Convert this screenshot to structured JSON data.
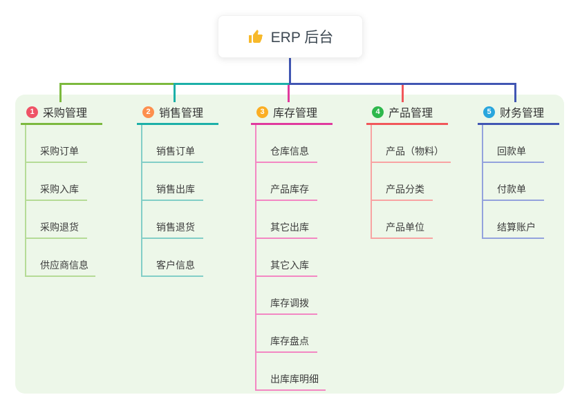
{
  "root": {
    "title": "ERP 后台",
    "icon": "thumbs-up-icon",
    "icon_color": "#f7b92b"
  },
  "branches": [
    {
      "badge": "1",
      "title": "采购管理",
      "line_color": "#7cb93e",
      "child_line_color": "#b5db96",
      "badge_color": "#ef5366",
      "children": [
        "采购订单",
        "采购入库",
        "采购退货",
        "供应商信息"
      ]
    },
    {
      "badge": "2",
      "title": "销售管理",
      "line_color": "#1cb0a8",
      "child_line_color": "#82cec7",
      "badge_color": "#fd8f4e",
      "children": [
        "销售订单",
        "销售出库",
        "销售退货",
        "客户信息"
      ]
    },
    {
      "badge": "3",
      "title": "库存管理",
      "line_color": "#e03a9e",
      "child_line_color": "#f387c3",
      "badge_color": "#fbae24",
      "children": [
        "仓库信息",
        "产品库存",
        "其它出库",
        "其它入库",
        "库存调拨",
        "库存盘点",
        "出库库明细"
      ]
    },
    {
      "badge": "4",
      "title": "产品管理",
      "line_color": "#f1575a",
      "child_line_color": "#f8a3a2",
      "badge_color": "#2eb84c",
      "children": [
        "产品（物料）",
        "产品分类",
        "产品单位"
      ]
    },
    {
      "badge": "5",
      "title": "财务管理",
      "line_color": "#4156b3",
      "child_line_color": "#93a2dd",
      "badge_color": "#29a6dd",
      "children": [
        "回款单",
        "付款单",
        "结算账户"
      ]
    }
  ],
  "colors": {
    "canvas_bg": "#ffffff",
    "panel_bg": "#edf7e9",
    "root_connector": "#4156b3",
    "root_text": "#3d4852",
    "branch_text": "#333333",
    "child_text": "#3c3c3c"
  }
}
